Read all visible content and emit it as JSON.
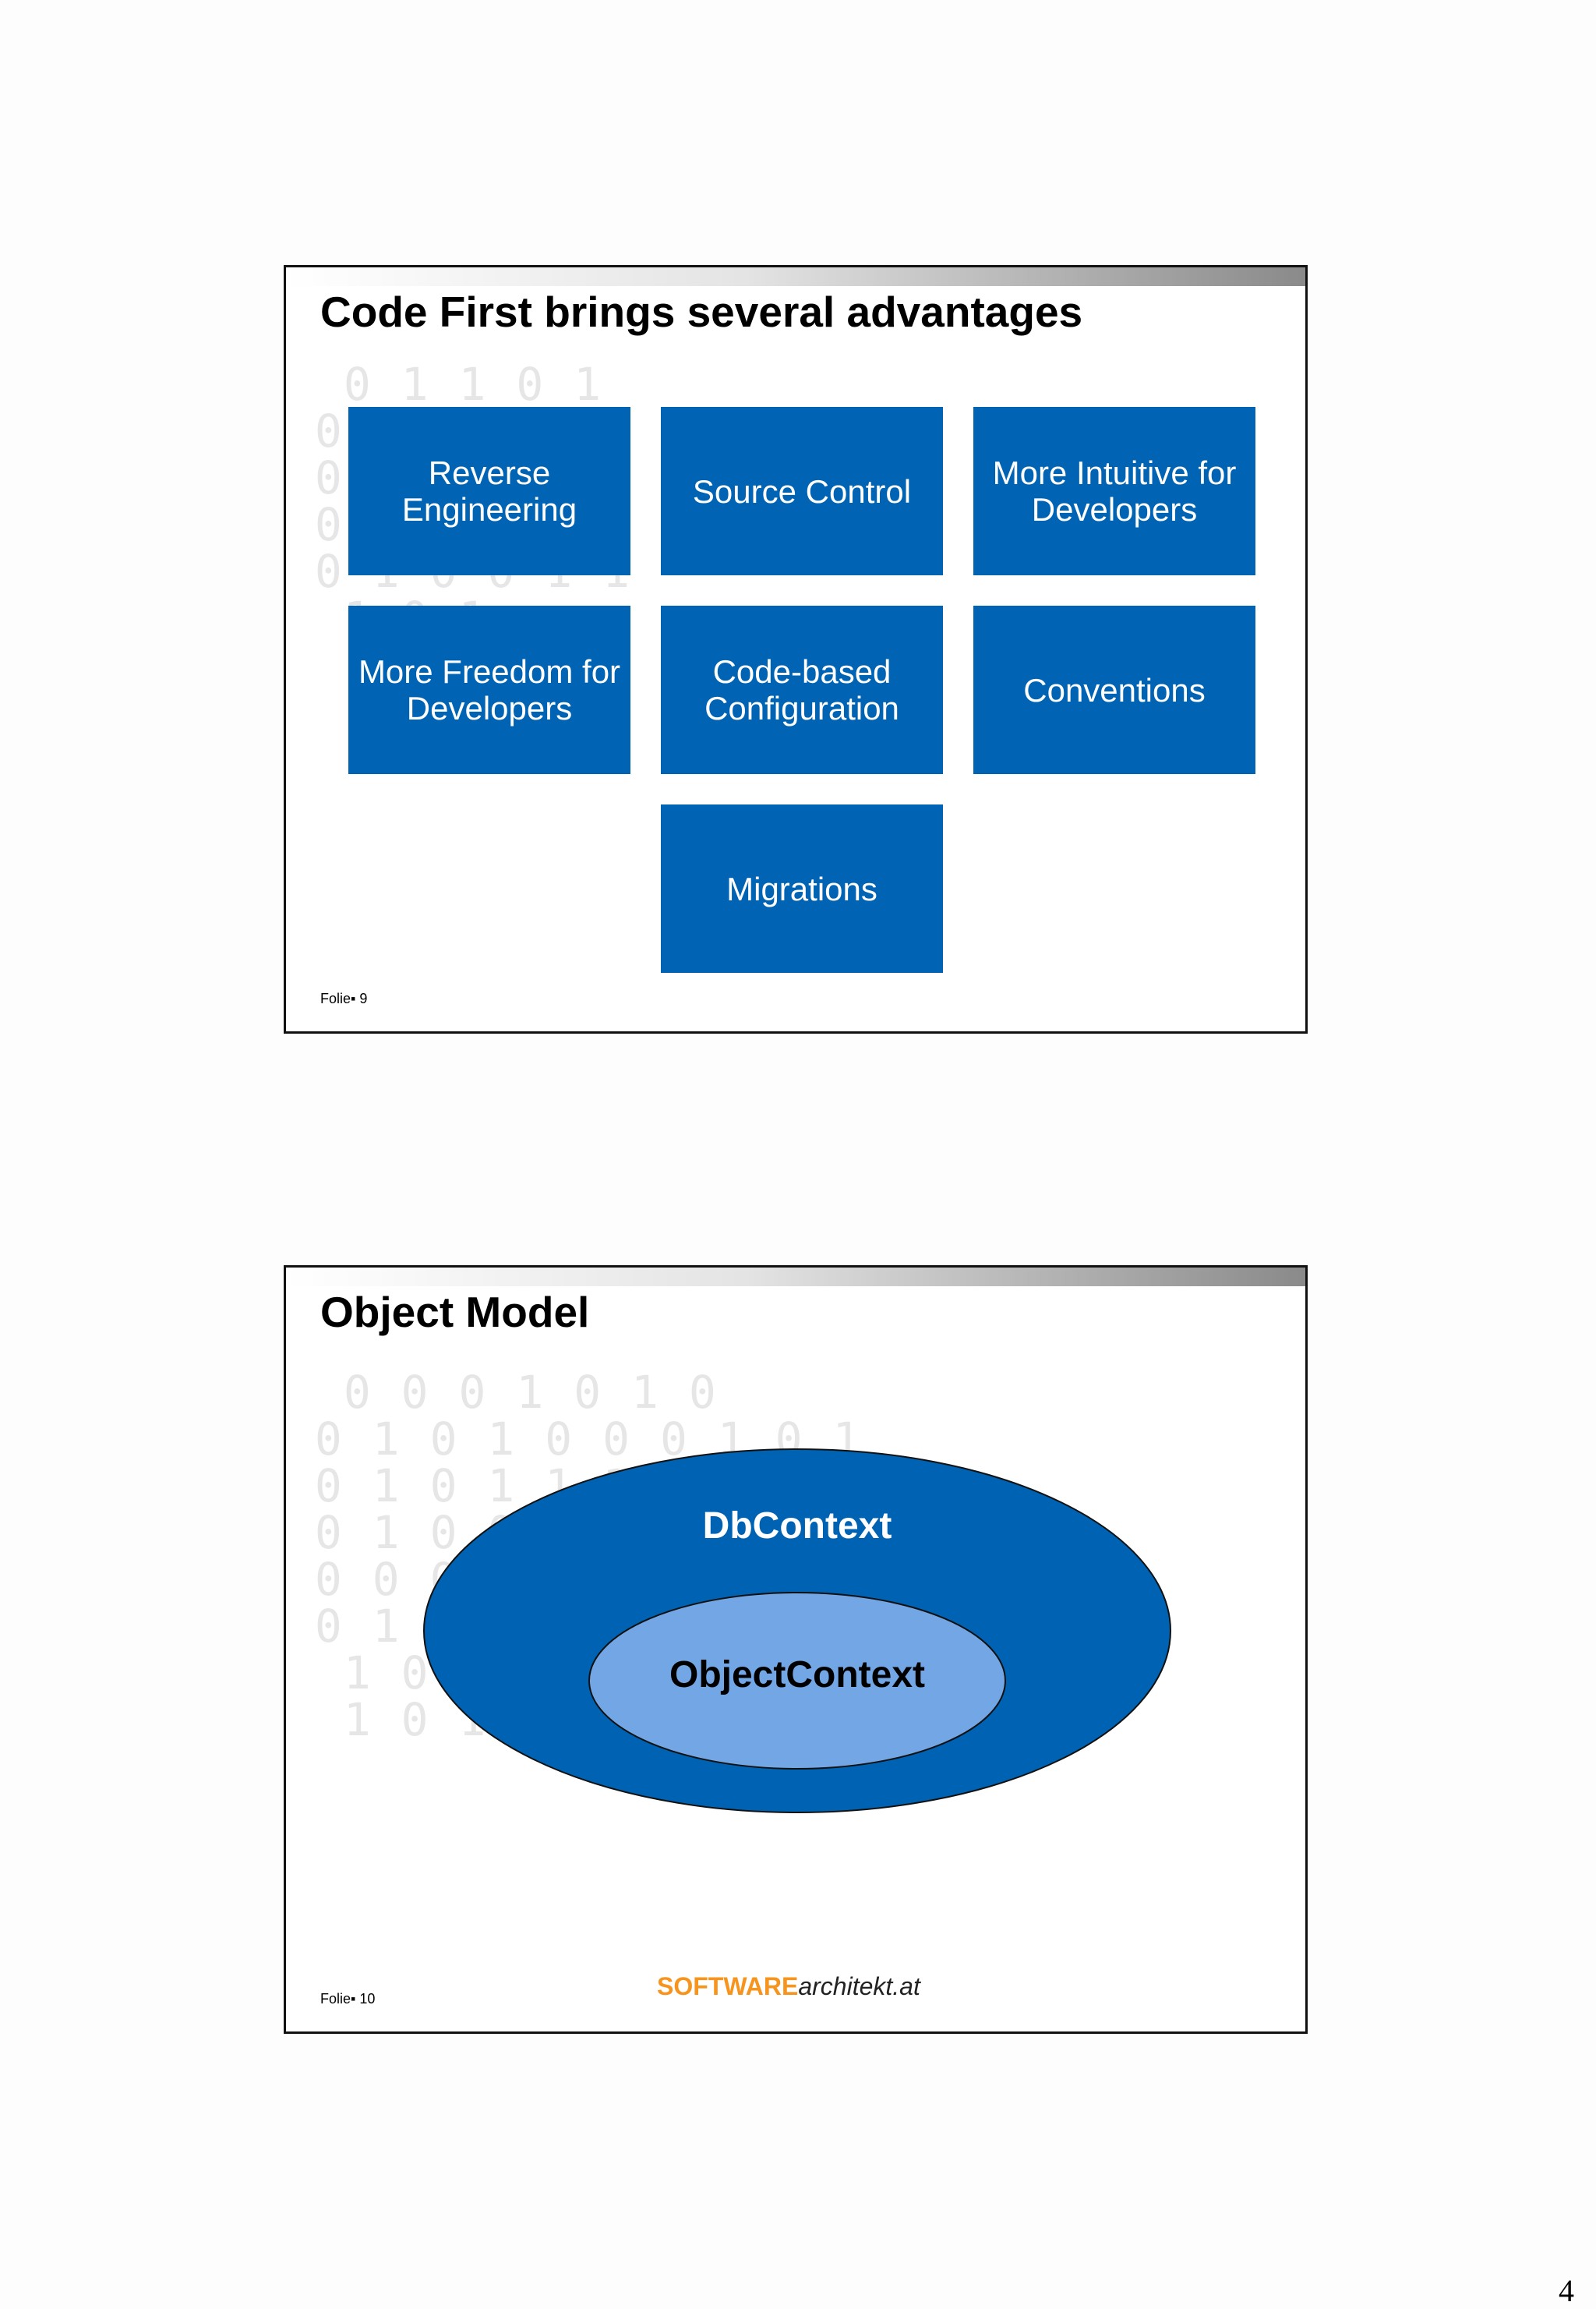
{
  "slides": [
    {
      "title": "Code First brings several advantages",
      "tiles": [
        "Reverse Engineering",
        "Source Control",
        "More Intuitive for Developers",
        "More Freedom for Developers",
        "Code-based Configuration",
        "Conventions",
        "Migrations"
      ],
      "footer": "Folie▪ 9"
    },
    {
      "title": "Object Model",
      "outer_label": "DbContext",
      "inner_label": "ObjectContext",
      "footer": "Folie▪ 10",
      "logo": {
        "part1": "SOFTWARE",
        "part2": "architekt.at"
      }
    }
  ],
  "page_number": "4",
  "colors": {
    "tile": "#0063b4",
    "outer_ellipse": "#0062b3",
    "inner_ellipse": "#72a6e4",
    "logo_orange": "#f7941d"
  }
}
